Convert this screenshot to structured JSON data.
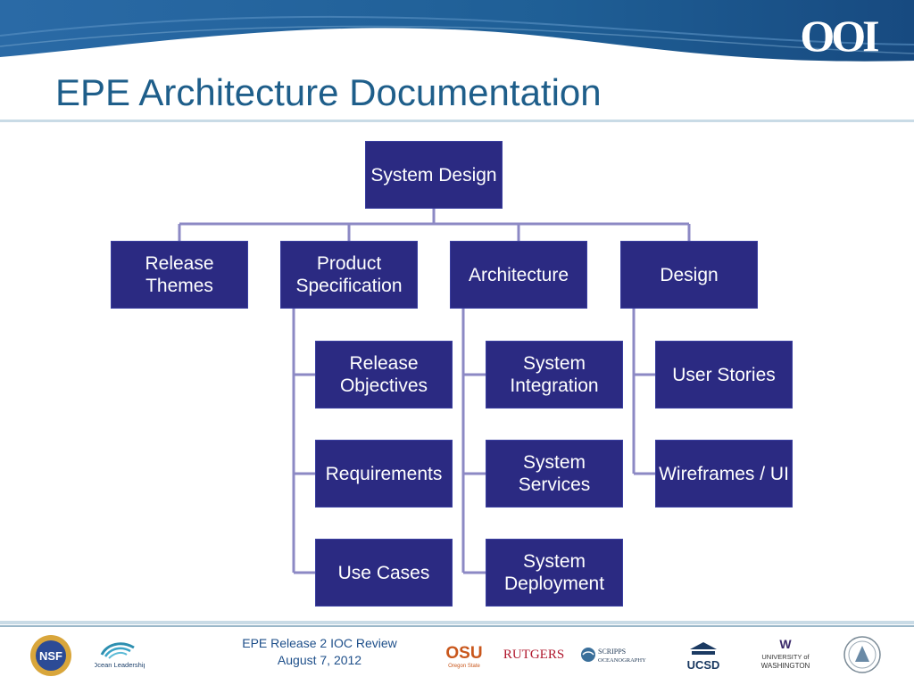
{
  "header": {
    "title": "EPE Architecture Documentation",
    "logo_text": "OOI"
  },
  "diagram": {
    "root": "System Design",
    "branches": [
      {
        "label": "Release Themes",
        "children": []
      },
      {
        "label": "Product Specification",
        "children": [
          "Release Objectives",
          "Requirements",
          "Use Cases"
        ]
      },
      {
        "label": "Architecture",
        "children": [
          "System Integration",
          "System Services",
          "System Deployment"
        ]
      },
      {
        "label": "Design",
        "children": [
          "User Stories",
          "Wireframes / UI"
        ]
      }
    ]
  },
  "footer": {
    "line1": "EPE Release 2 IOC Review",
    "line2": "August 7, 2012",
    "logos": {
      "nsf": "NSF",
      "ocean_leadership": "Ocean Leadership",
      "osu": "OSU",
      "osu_sub": "Oregon State",
      "rutgers": "RUTGERS",
      "scripps": "SCRIPPS",
      "scripps_sub": "OCEANOGRAPHY",
      "ucsd": "UCSD",
      "uw_mark": "W",
      "uw_line1": "UNIVERSITY of",
      "uw_line2": "WASHINGTON"
    }
  },
  "colors": {
    "title": "#1e5e8a",
    "node_fill": "#2b2a82",
    "connector": "#8c89c4",
    "header_blue": "#1f5f96"
  }
}
